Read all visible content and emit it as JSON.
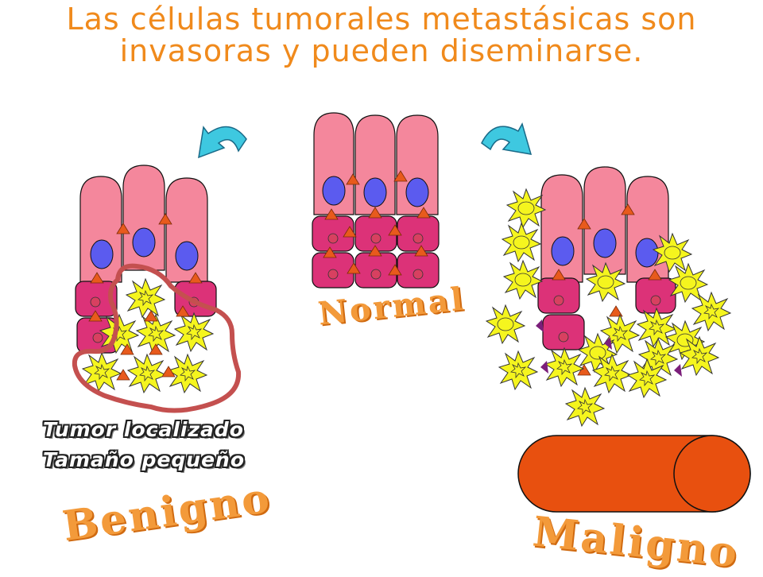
{
  "title": {
    "line1": "Las células tumorales metastásicas son",
    "line2": "invasoras y pueden diseminarse."
  },
  "benign": {
    "desc1": "Tumor localizado",
    "desc2": "Tamaño pequeño",
    "label": "Benigno"
  },
  "normal": {
    "label": "Normal"
  },
  "malignant": {
    "label": "Maligno"
  },
  "colors": {
    "title": "#f08a1c",
    "cell_body": "#f4879c",
    "nucleus": "#5b5bef",
    "basal_cell": "#dc3278",
    "tumor_cell": "#f5f51e",
    "arrow": "#e85a1c",
    "boundary": "#c4504f",
    "vessel": "#e8500f",
    "curve_arrow": "#3ec8e0"
  }
}
